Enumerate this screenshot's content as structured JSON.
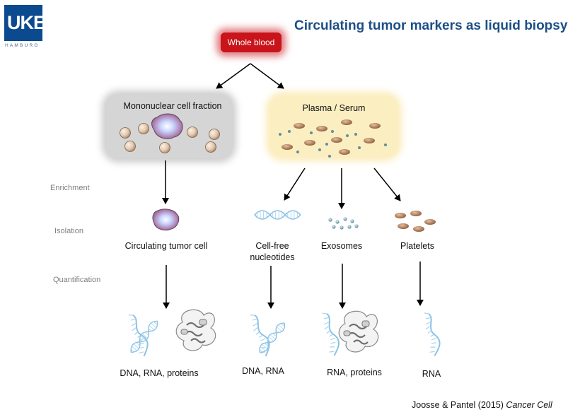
{
  "logo": {
    "mark": "UKE",
    "sub": "HAMBURG"
  },
  "title": "Circulating tumor markers as liquid biopsy",
  "root": "Whole blood",
  "fractions": {
    "mononuclear": "Mononuclear cell fraction",
    "plasma": "Plasma / Serum"
  },
  "steps": {
    "enrichment": "Enrichment",
    "isolation": "Isolation",
    "quantification": "Quantification"
  },
  "markers": {
    "ctc": "Circulating tumor cell",
    "cfn_line1": "Cell-free",
    "cfn_line2": "nucleotides",
    "exosomes": "Exosomes",
    "platelets": "Platelets"
  },
  "outputs": {
    "ctc": "DNA, RNA, proteins",
    "cfn": "DNA, RNA",
    "exosomes": "RNA, proteins",
    "platelets": "RNA"
  },
  "citation": {
    "authors": "Joosse & Pantel (2015) ",
    "journal": "Cancer Cell"
  },
  "colors": {
    "title": "#1d4f86",
    "logo": "#0b4a8f",
    "whole_blood": "#c8141a",
    "plasma": "#fbeec1",
    "nucleic": "#7fb7e0"
  }
}
